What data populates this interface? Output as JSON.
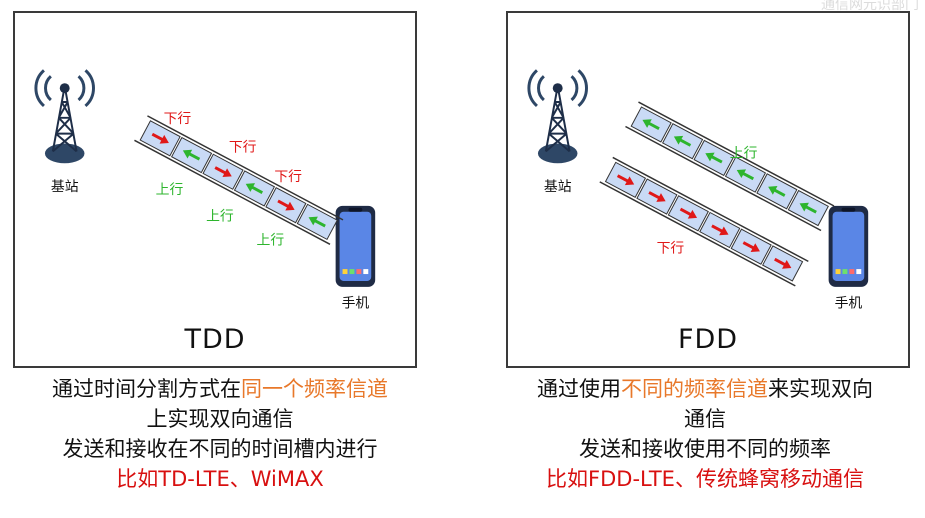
{
  "watermark": "通信网元识部门",
  "tdd": {
    "title": "TDD",
    "base_station_label": "基站",
    "phone_label": "手机",
    "downlink_label": "下行",
    "uplink_label": "上行",
    "caption": {
      "l1_a": "通过时间分割方式在",
      "l1_b": "同一个频率信道",
      "l2": "上实现双向通信",
      "l3": "发送和接收在不同的时间槽内进行",
      "l4": "比如TD-LTE、WiMAX"
    }
  },
  "fdd": {
    "title": "FDD",
    "base_station_label": "基站",
    "phone_label": "手机",
    "uplink_label": "上行",
    "downlink_label": "下行",
    "caption": {
      "l1_a": "通过使用",
      "l1_b": "不同的频率信道",
      "l1_c": "来实现双向",
      "l2": "通信",
      "l3": "发送和接收使用不同的频率",
      "l4": "比如FDD-LTE、传统蜂窝移动通信"
    }
  },
  "colors": {
    "downlink": "#e01818",
    "uplink": "#2db52d",
    "slot_fill": "#c9daf5",
    "panel_border": "#3a3a3a",
    "highlight": "#e8782a",
    "example": "#d81010"
  }
}
